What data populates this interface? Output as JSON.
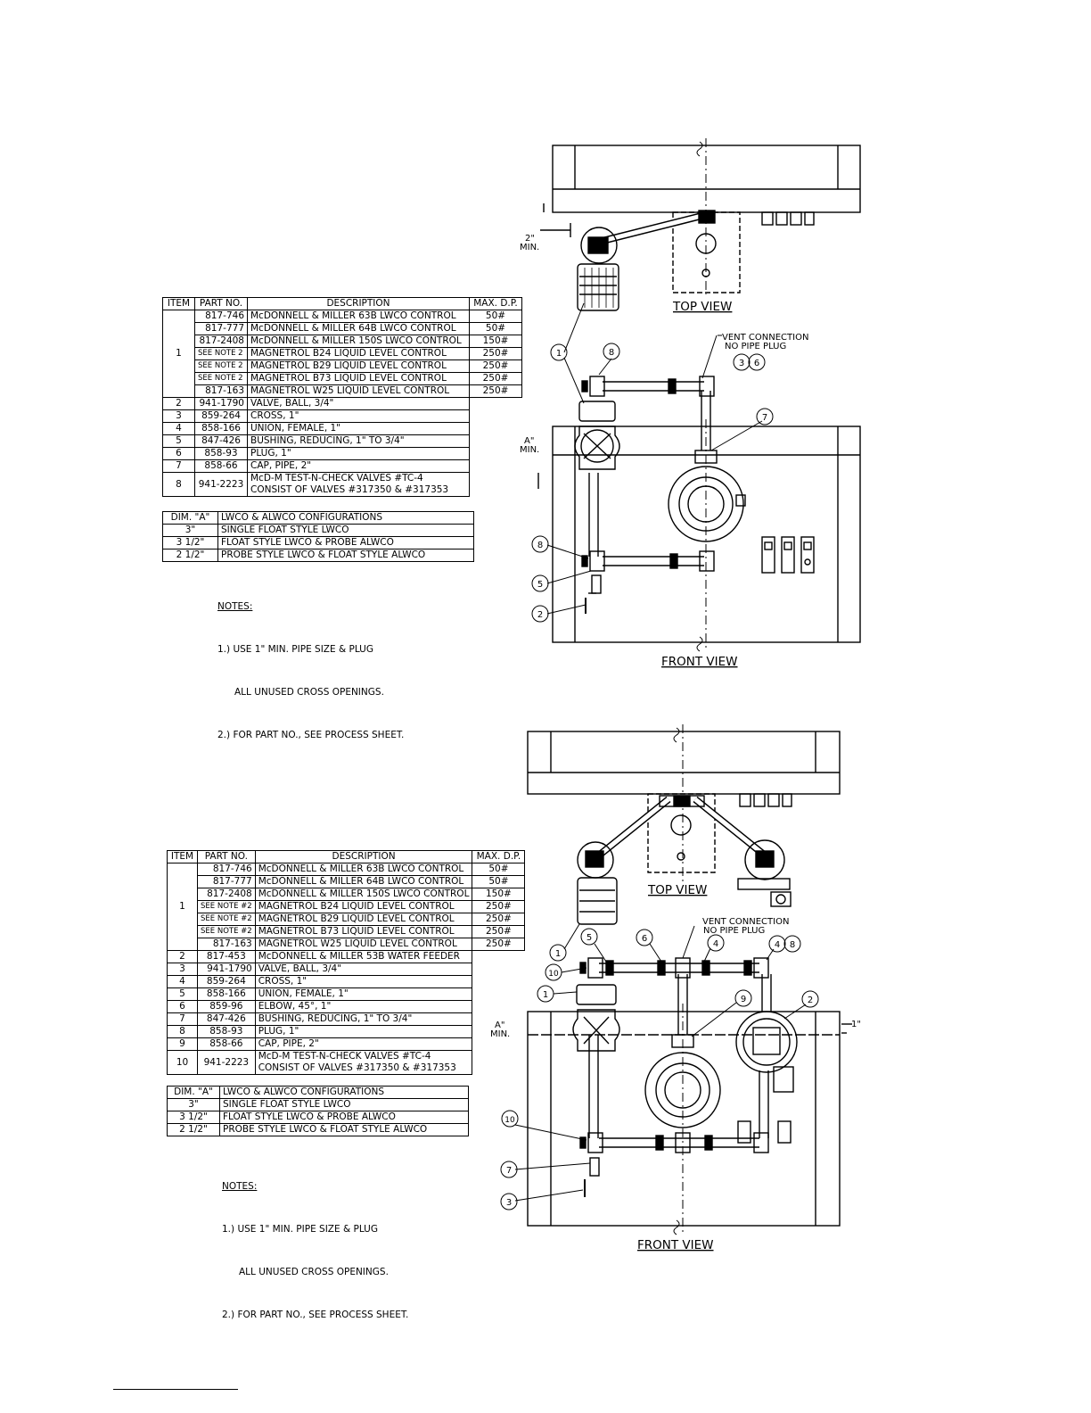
{
  "sheet1": {
    "parts": {
      "headers": [
        "ITEM",
        "PART NO.",
        "DESCRIPTION",
        "MAX. D.P."
      ],
      "item1": "1",
      "item1_rows": [
        {
          "part": "817-746",
          "desc": "McDONNELL & MILLER 63B LWCO CONTROL",
          "dp": "50#"
        },
        {
          "part": "817-777",
          "desc": "McDONNELL & MILLER 64B LWCO CONTROL",
          "dp": "50#"
        },
        {
          "part": "817-2408",
          "desc": "McDONNELL & MILLER 150S LWCO CONTROL",
          "dp": "150#"
        },
        {
          "part": "SEE NOTE 2",
          "desc": "MAGNETROL B24 LIQUID LEVEL CONTROL",
          "dp": "250#"
        },
        {
          "part": "SEE NOTE 2",
          "desc": "MAGNETROL B29 LIQUID LEVEL CONTROL",
          "dp": "250#"
        },
        {
          "part": "SEE NOTE 2",
          "desc": "MAGNETROL B73 LIQUID LEVEL CONTROL",
          "dp": "250#"
        },
        {
          "part": "817-163",
          "desc": "MAGNETROL W25 LIQUID LEVEL CONTROL",
          "dp": "250#"
        }
      ],
      "other_rows": [
        {
          "item": "2",
          "part": "941-1790",
          "desc": "VALVE, BALL, 3/4\""
        },
        {
          "item": "3",
          "part": "859-264",
          "desc": "CROSS, 1\""
        },
        {
          "item": "4",
          "part": "858-166",
          "desc": "UNION, FEMALE, 1\""
        },
        {
          "item": "5",
          "part": "847-426",
          "desc": "BUSHING, REDUCING, 1\" TO 3/4\""
        },
        {
          "item": "6",
          "part": "858-93",
          "desc": "PLUG, 1\""
        },
        {
          "item": "7",
          "part": "858-66",
          "desc": "CAP, PIPE, 2\""
        }
      ],
      "last_row": {
        "item": "8",
        "part": "941-2223",
        "desc1": "McD-M TEST-N-CHECK VALVES #TC-4",
        "desc2": "CONSIST OF VALVES #317350 & #317353"
      }
    },
    "config": {
      "headers": [
        "DIM. \"A\"",
        "LWCO & ALWCO CONFIGURATIONS"
      ],
      "rows": [
        {
          "dim": "3\"",
          "conf": "SINGLE FLOAT STYLE LWCO"
        },
        {
          "dim": "3 1/2\"",
          "conf": "FLOAT STYLE LWCO & PROBE ALWCO"
        },
        {
          "dim": "2 1/2\"",
          "conf": "PROBE STYLE LWCO & FLOAT STYLE ALWCO"
        }
      ]
    },
    "notes": {
      "title": "NOTES:",
      "n1a": "1.) USE 1\" MIN. PIPE SIZE & PLUG",
      "n1b": "ALL UNUSED CROSS OPENINGS.",
      "n2": "2.) FOR PART NO., SEE PROCESS SHEET."
    },
    "drawing": {
      "top_view": "TOP VIEW",
      "front_view": "FRONT VIEW",
      "vent1": "VENT CONNECTION",
      "vent2": "NO PIPE PLUG",
      "dim2_a": "2\"",
      "dim2_b": "MIN.",
      "dimA_a": "A\"",
      "dimA_b": "MIN.",
      "balloons": [
        "1",
        "8",
        "3",
        "6",
        "7",
        "8",
        "5",
        "2"
      ]
    }
  },
  "sheet2": {
    "parts": {
      "headers": [
        "ITEM",
        "PART NO.",
        "DESCRIPTION",
        "MAX. D.P."
      ],
      "item1": "1",
      "item1_rows": [
        {
          "part": "817-746",
          "desc": "McDONNELL & MILLER 63B LWCO CONTROL",
          "dp": "50#"
        },
        {
          "part": "817-777",
          "desc": "McDONNELL & MILLER 64B LWCO CONTROL",
          "dp": "50#"
        },
        {
          "part": "817-2408",
          "desc": "McDONNELL & MILLER 150S LWCO CONTROL",
          "dp": "150#"
        },
        {
          "part": "SEE NOTE #2",
          "desc": "MAGNETROL B24 LIQUID LEVEL CONTROL",
          "dp": "250#"
        },
        {
          "part": "SEE NOTE #2",
          "desc": "MAGNETROL B29 LIQUID LEVEL CONTROL",
          "dp": "250#"
        },
        {
          "part": "SEE NOTE #2",
          "desc": "MAGNETROL B73 LIQUID LEVEL CONTROL",
          "dp": "250#"
        },
        {
          "part": "817-163",
          "desc": "MAGNETROL W25 LIQUID LEVEL CONTROL",
          "dp": "250#"
        }
      ],
      "other_rows": [
        {
          "item": "2",
          "part": "817-453",
          "desc": "McDONNELL & MILLER 53B WATER FEEDER"
        },
        {
          "item": "3",
          "part": "941-1790",
          "desc": "VALVE, BALL, 3/4\""
        },
        {
          "item": "4",
          "part": "859-264",
          "desc": "CROSS, 1\""
        },
        {
          "item": "5",
          "part": "858-166",
          "desc": "UNION, FEMALE, 1\""
        },
        {
          "item": "6",
          "part": "859-96",
          "desc": "ELBOW, 45°, 1\""
        },
        {
          "item": "7",
          "part": "847-426",
          "desc": "BUSHING, REDUCING, 1\" TO 3/4\""
        },
        {
          "item": "8",
          "part": "858-93",
          "desc": "PLUG, 1\""
        },
        {
          "item": "9",
          "part": "858-66",
          "desc": "CAP, PIPE, 2\""
        }
      ],
      "last_row": {
        "item": "10",
        "part": "941-2223",
        "desc1": "McD-M TEST-N-CHECK VALVES #TC-4",
        "desc2": "CONSIST OF VALVES #317350 & #317353"
      }
    },
    "config": {
      "headers": [
        "DIM. \"A\"",
        "LWCO & ALWCO CONFIGURATIONS"
      ],
      "rows": [
        {
          "dim": "3\"",
          "conf": "SINGLE FLOAT STYLE LWCO"
        },
        {
          "dim": "3 1/2\"",
          "conf": "FLOAT STYLE LWCO & PROBE ALWCO"
        },
        {
          "dim": "2 1/2\"",
          "conf": "PROBE STYLE LWCO & FLOAT STYLE ALWCO"
        }
      ]
    },
    "notes": {
      "title": "NOTES:",
      "n1a": "1.) USE 1\" MIN. PIPE SIZE & PLUG",
      "n1b": "ALL UNUSED CROSS OPENINGS.",
      "n2": "2.) FOR PART NO., SEE PROCESS SHEET."
    },
    "drawing": {
      "top_view": "TOP VIEW",
      "front_view": "FRONT VIEW",
      "vent1": "VENT CONNECTION",
      "vent2": "NO PIPE PLUG",
      "dimA_a": "A\"",
      "dimA_b": "MIN.",
      "dim1": "1\"",
      "balloons": [
        "1",
        "5",
        "6",
        "4",
        "4",
        "8",
        "10",
        "1",
        "9",
        "2",
        "10",
        "7",
        "3"
      ]
    }
  }
}
